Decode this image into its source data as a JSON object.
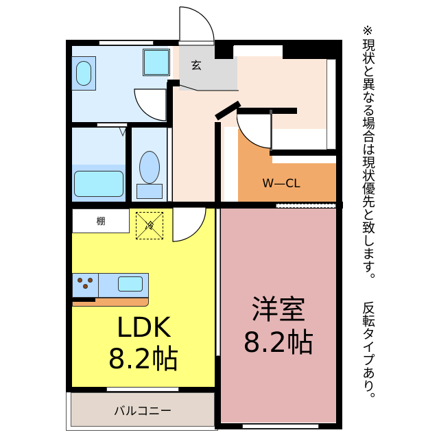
{
  "floorplan": {
    "rooms": {
      "entrance": {
        "label": "玄",
        "color": "#dcdcdc"
      },
      "hall": {
        "color": "#fce8da"
      },
      "washroom": {
        "color": "#dcefff"
      },
      "bath": {
        "color": "#dcefff"
      },
      "toilet": {
        "color": "#dcefff"
      },
      "wcl": {
        "label": "W—CL",
        "color": "#f2aa6a"
      },
      "shelf": {
        "label": "棚"
      },
      "fridge": {
        "label": "冷"
      },
      "ldk": {
        "label_line1": "LDK",
        "label_line2": "8.2帖",
        "color": "#ffff80"
      },
      "western_room": {
        "label_line1": "洋室",
        "label_line2": "8.2帖",
        "color": "#e5b5b5"
      },
      "balcony": {
        "label": "バルコニー",
        "color": "#e4d8ce"
      }
    },
    "fixtures": {
      "sink_color": "#a8eeff",
      "counter_color": "#b7dcff",
      "counter_top_color": "#f2aa6a",
      "burner_color": "#8b4513"
    }
  },
  "note": {
    "text": "※現状と異なる場合は現状優先と致します。 反転タイプあり。"
  }
}
